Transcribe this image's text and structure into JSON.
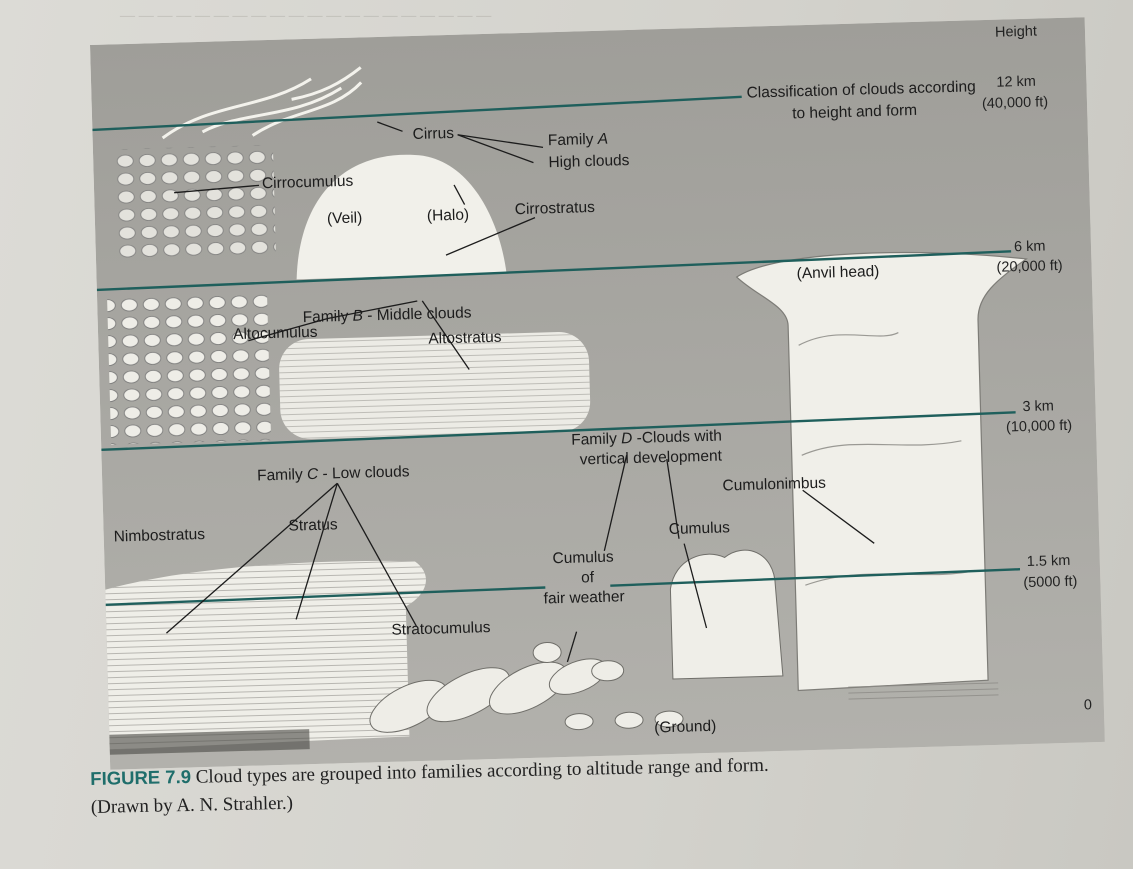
{
  "figure": {
    "height_header": "Height",
    "title_line1": "Classification of clouds according",
    "title_line2": "to height and form",
    "heights": [
      {
        "km": "12 km",
        "ft": "(40,000 ft)"
      },
      {
        "km": "6 km",
        "ft": "(20,000 ft)"
      },
      {
        "km": "3 km",
        "ft": "(10,000 ft)"
      },
      {
        "km": "1.5 km",
        "ft": "(5000 ft)"
      },
      {
        "km": "0",
        "ft": ""
      }
    ],
    "family_a": {
      "prefix": "Family ",
      "letter": "A",
      "suffix": "High clouds"
    },
    "family_b": {
      "prefix": "Family ",
      "letter": "B",
      "suffix": " - Middle clouds"
    },
    "family_c": {
      "prefix": "Family ",
      "letter": "C",
      "suffix": " - Low clouds"
    },
    "family_d": {
      "prefix": "Family ",
      "letter": "D",
      "suffix_line1": " -Clouds with",
      "suffix_line2": "vertical development"
    },
    "clouds": {
      "cirrus": "Cirrus",
      "cirrocumulus": "Cirrocumulus",
      "veil": "(Veil)",
      "halo": "(Halo)",
      "cirrostratus": "Cirrostratus",
      "altocumulus": "Altocumulus",
      "altostratus": "Altostratus",
      "anvil_head": "(Anvil head)",
      "cumulonimbus": "Cumulonimbus",
      "nimbostratus": "Nimbostratus",
      "stratus": "Stratus",
      "stratocumulus": "Stratocumulus",
      "cumulus_fair_1": "Cumulus",
      "cumulus_fair_2": "of",
      "cumulus_fair_3": "fair weather",
      "cumulus": "Cumulus",
      "ground": "(Ground)"
    }
  },
  "caption": {
    "figure_number": "FIGURE 7.9",
    "text": " Cloud types are grouped into families according to altitude range and form.",
    "credit": "(Drawn by A. N. Strahler.)"
  },
  "colors": {
    "level_line": "#1f5f5c",
    "panel": "#a8a7a2",
    "cloud": "#f1f0ea",
    "ink": "#1c1c1c"
  }
}
